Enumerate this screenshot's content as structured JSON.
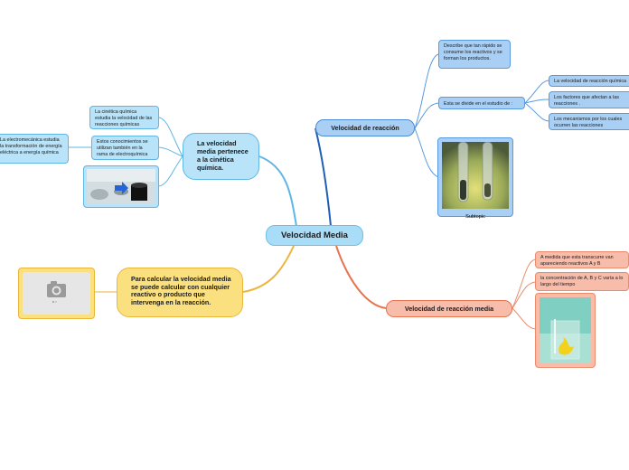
{
  "central": {
    "label": "Velocidad Media"
  },
  "left_top": {
    "main": "La velocidad media pertenece a la cinética química.",
    "subs": [
      "La cinética química estudia la velocidad de las reacciones químicas",
      "Estos conocimientos se utilizan también en la rama de electroquímica"
    ],
    "detail": "La electromecánica estudia la transformación de energía eléctrica a energía química"
  },
  "right_top": {
    "main": "Velocidad de reacción",
    "sub1": "Describe que tan rápido se consume los reactivos y se forman los productos.",
    "sub2": "Esta se divide en el estudio de :",
    "items": [
      "La velocidad de reacción química",
      "Los factores que afectan a las reacciones .",
      "Los mecanismos por los cuales ocurren las reacciones"
    ],
    "image_caption": "Subtopic"
  },
  "right_bottom": {
    "main": "Velocidad de reacción  media",
    "items": [
      "A medida que esta transcurre van apareciendo reactivos A y B",
      "la concentración de A, B y C varía a lo largo del tiempo"
    ]
  },
  "left_bottom": {
    "main": "Para calcular la velocidad media se puede calcular con cualquier reactivo o producto que intervenga en la reacción."
  },
  "colors": {
    "blue_branch": "#5fb6e4",
    "dark_blue_branch": "#1f5fb3",
    "orange_branch": "#e8744f",
    "yellow_branch": "#eab63d"
  }
}
